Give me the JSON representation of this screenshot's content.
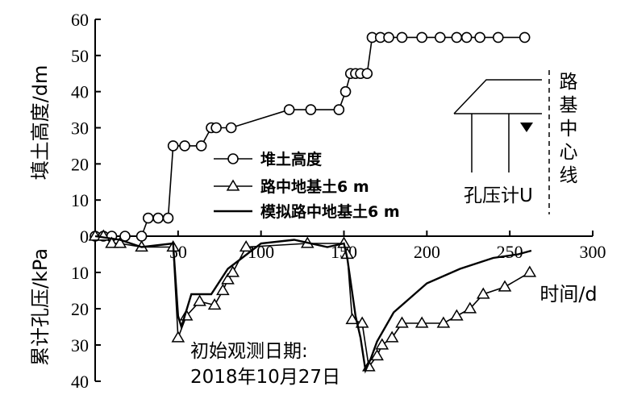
{
  "chart_data": {
    "type": "line",
    "x_axis": {
      "label": "时间/d",
      "range": [
        0,
        300
      ],
      "ticks": [
        0,
        50,
        100,
        150,
        200,
        250,
        300
      ],
      "tick_labels": [
        "",
        "50",
        "100",
        "150",
        "200",
        "250",
        "300"
      ]
    },
    "y_axis_top": {
      "label": "填土高度/dm",
      "range": [
        0,
        60
      ],
      "ticks": [
        0,
        10,
        20,
        30,
        40,
        50,
        60
      ],
      "tick_labels": [
        "0",
        "10",
        "20",
        "30",
        "40",
        "50",
        "60"
      ]
    },
    "y_axis_bottom": {
      "label": "累计孔压/kPa",
      "range": [
        0,
        40
      ],
      "ticks": [
        10,
        20,
        30,
        40
      ],
      "tick_labels": [
        "10",
        "20",
        "30",
        "40"
      ]
    },
    "series": [
      {
        "name": "堆土高度",
        "panel": "top",
        "marker": "circle",
        "x": [
          0,
          5,
          10,
          18,
          28,
          32,
          38,
          44,
          47,
          54,
          64,
          70,
          73,
          82,
          117,
          130,
          147,
          151,
          154,
          157,
          160,
          164,
          167,
          172,
          177,
          185,
          197,
          208,
          218,
          224,
          232,
          243,
          259
        ],
        "y": [
          0,
          0,
          0,
          0,
          0,
          5,
          5,
          5,
          25,
          25,
          25,
          30,
          30,
          30,
          35,
          35,
          35,
          40,
          45,
          45,
          45,
          45,
          55,
          55,
          55,
          55,
          55,
          55,
          55,
          55,
          55,
          55,
          55
        ]
      },
      {
        "name": "路中地基土6 m",
        "panel": "bottom",
        "marker": "triangle",
        "x": [
          0,
          5,
          10,
          15,
          28,
          47,
          50,
          55,
          63,
          72,
          77,
          80,
          83,
          91,
          128,
          150,
          152,
          155,
          161,
          165,
          170,
          173,
          179,
          185,
          197,
          210,
          218,
          226,
          234,
          247,
          262
        ],
        "y": [
          0,
          0,
          2,
          2,
          3,
          3,
          28,
          22,
          18,
          19,
          15,
          12,
          10,
          3,
          2,
          2,
          5,
          23,
          24,
          36,
          33,
          30,
          28,
          24,
          24,
          24,
          22,
          20,
          16,
          14,
          10
        ]
      },
      {
        "name": "模拟路中地基土6 m",
        "panel": "bottom",
        "marker": "none",
        "x": [
          0,
          15,
          28,
          47,
          50,
          52,
          58,
          70,
          80,
          100,
          120,
          140,
          150,
          152,
          157,
          160,
          163,
          166,
          170,
          180,
          200,
          220,
          240,
          255,
          263
        ],
        "y": [
          0,
          1,
          3,
          2,
          22,
          25,
          16,
          16,
          9,
          2,
          1,
          3,
          2,
          6,
          22,
          28,
          37,
          34,
          29,
          21,
          13,
          9,
          6,
          5,
          4
        ]
      }
    ],
    "legend": {
      "placement": "center-right of upper panel",
      "entries": [
        "堆土高度",
        "路中地基土6 m",
        "模拟路中地基土6 m"
      ]
    },
    "annotations": {
      "start_date": [
        "初始观测日期:",
        "2018年10月27日"
      ],
      "centerline": [
        "路",
        "基",
        "中",
        "心",
        "线"
      ],
      "piezometer": "孔压计U"
    },
    "grid": false
  }
}
